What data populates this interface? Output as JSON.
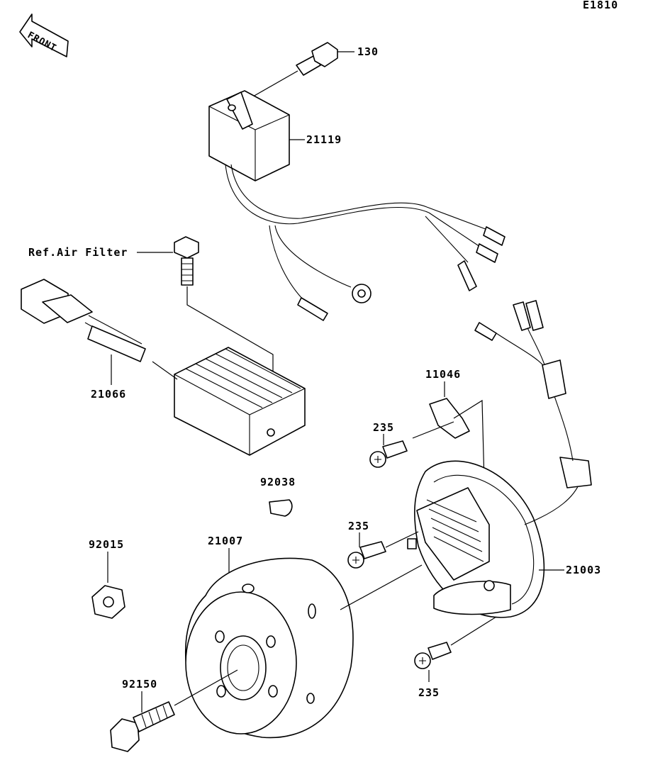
{
  "diagram_code": "E1810",
  "front_label": "FRONT",
  "ref_air_filter": "Ref.Air Filter",
  "labels": {
    "p130": "130",
    "p21119": "21119",
    "p21066": "21066",
    "p11046": "11046",
    "p235_a": "235",
    "p235_b": "235",
    "p235_c": "235",
    "p92038": "92038",
    "p92015": "92015",
    "p21007": "21007",
    "p21003": "21003",
    "p92150": "92150"
  }
}
